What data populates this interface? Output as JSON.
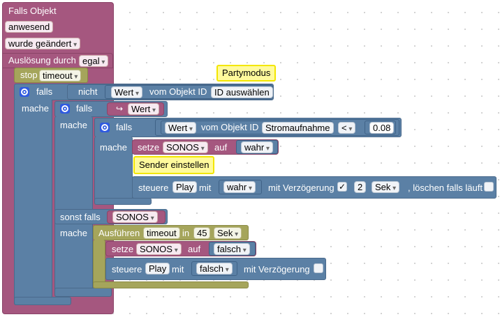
{
  "trigger": {
    "title": "Falls Objekt",
    "state_field": "anwesend",
    "change_field": "wurde geändert",
    "trigger_label": "Auslösung durch",
    "trigger_value": "egal"
  },
  "stop_block": {
    "label": "stop",
    "timer_name": "timeout"
  },
  "if_outer": {
    "falls_label": "falls",
    "nicht_label": "nicht",
    "value_field": "Wert",
    "from_object_label": "vom Objekt ID",
    "object_id": "ID auswählen",
    "comment": "Partymodus",
    "mache_label": "mache"
  },
  "if_middle": {
    "falls_label": "falls",
    "var_value": "Wert",
    "mache_label": "mache",
    "sonst_falls_label": "sonst falls",
    "sonst_var": "SONOS",
    "mache2_label": "mache"
  },
  "if_inner": {
    "falls_label": "falls",
    "value_field": "Wert",
    "from_object_label": "vom Objekt ID",
    "object_id": "Stromaufnahme",
    "operator": "<",
    "number": "0.08",
    "mache_label": "mache"
  },
  "set_true": {
    "label": "setze",
    "variable": "SONOS",
    "to_label": "auf",
    "value": "wahr"
  },
  "comment_sender": "Sender einstellen",
  "control_play_true": {
    "label": "steuere",
    "target": "Play",
    "with_label": "mit",
    "value": "wahr",
    "delay_label": "mit Verzögerung",
    "delay_checked": "✓",
    "delay_amount": "2",
    "delay_unit": "Sek",
    "clear_label": ", löschen falls läuft"
  },
  "execute_block": {
    "label": "Ausführen",
    "timer_name": "timeout",
    "in_label": "in",
    "amount": "45",
    "unit": "Sek"
  },
  "set_false": {
    "label": "setze",
    "variable": "SONOS",
    "to_label": "auf",
    "value": "falsch"
  },
  "control_play_false": {
    "label": "steuere",
    "target": "Play",
    "with_label": "mit",
    "value": "falsch",
    "delay_label": "mit Verzögerung"
  },
  "colors": {
    "trigger": "#a5577f",
    "control": "#5b80a5",
    "timer": "#a5a55b",
    "comment": "#fffa9c"
  }
}
